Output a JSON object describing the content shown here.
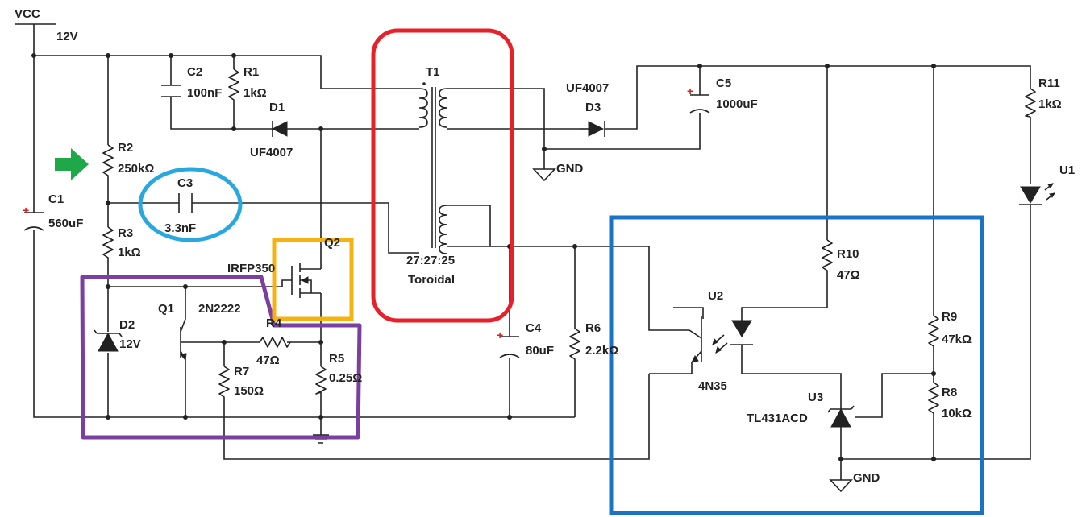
{
  "colors": {
    "transformer_box": "#e8202a",
    "optocoupler_box": "#1a73c4",
    "mosfet_box": "#f5b312",
    "driver_box": "#7b3fa0",
    "c3_circle": "#29a8e0",
    "arrow": "#1fa84a",
    "polarity": "#d62020"
  },
  "labels": {
    "vcc": "VCC",
    "vcc_voltage": "12V",
    "c1_name": "C1",
    "c1_value": "560uF",
    "c2_name": "C2",
    "c2_value": "100nF",
    "r1_name": "R1",
    "r1_value": "1kΩ",
    "d1_name": "D1",
    "d1_part": "UF4007",
    "r2_name": "R2",
    "r2_value": "250kΩ",
    "c3_name": "C3",
    "c3_value": "3.3nF",
    "r3_name": "R3",
    "r3_value": "1kΩ",
    "q2_name": "Q2",
    "q2_part": "IRFP350",
    "d2_name": "D2",
    "d2_value": "12V",
    "q1_name": "Q1",
    "q1_part": "2N2222",
    "r4_name": "R4",
    "r4_value": "47Ω",
    "r5_name": "R5",
    "r5_value": "0.25Ω",
    "r7_name": "R7",
    "r7_value": "150Ω",
    "t1_name": "T1",
    "t1_ratio": "27:27:25",
    "t1_core": "Toroidal",
    "d3_part": "UF4007",
    "d3_name": "D3",
    "gnd_primary": "GND",
    "c5_name": "C5",
    "c5_value": "1000uF",
    "r11_name": "R11",
    "r11_value": "1kΩ",
    "u1_name": "U1",
    "c4_name": "C4",
    "c4_value": "80uF",
    "r6_name": "R6",
    "r6_value": "2.2kΩ",
    "r10_name": "R10",
    "r10_value": "47Ω",
    "u2_name": "U2",
    "u2_part": "4N35",
    "r9_name": "R9",
    "r9_value": "47kΩ",
    "r8_name": "R8",
    "r8_value": "10kΩ",
    "u3_name": "U3",
    "u3_part": "TL431ACD",
    "gnd_secondary": "GND"
  }
}
